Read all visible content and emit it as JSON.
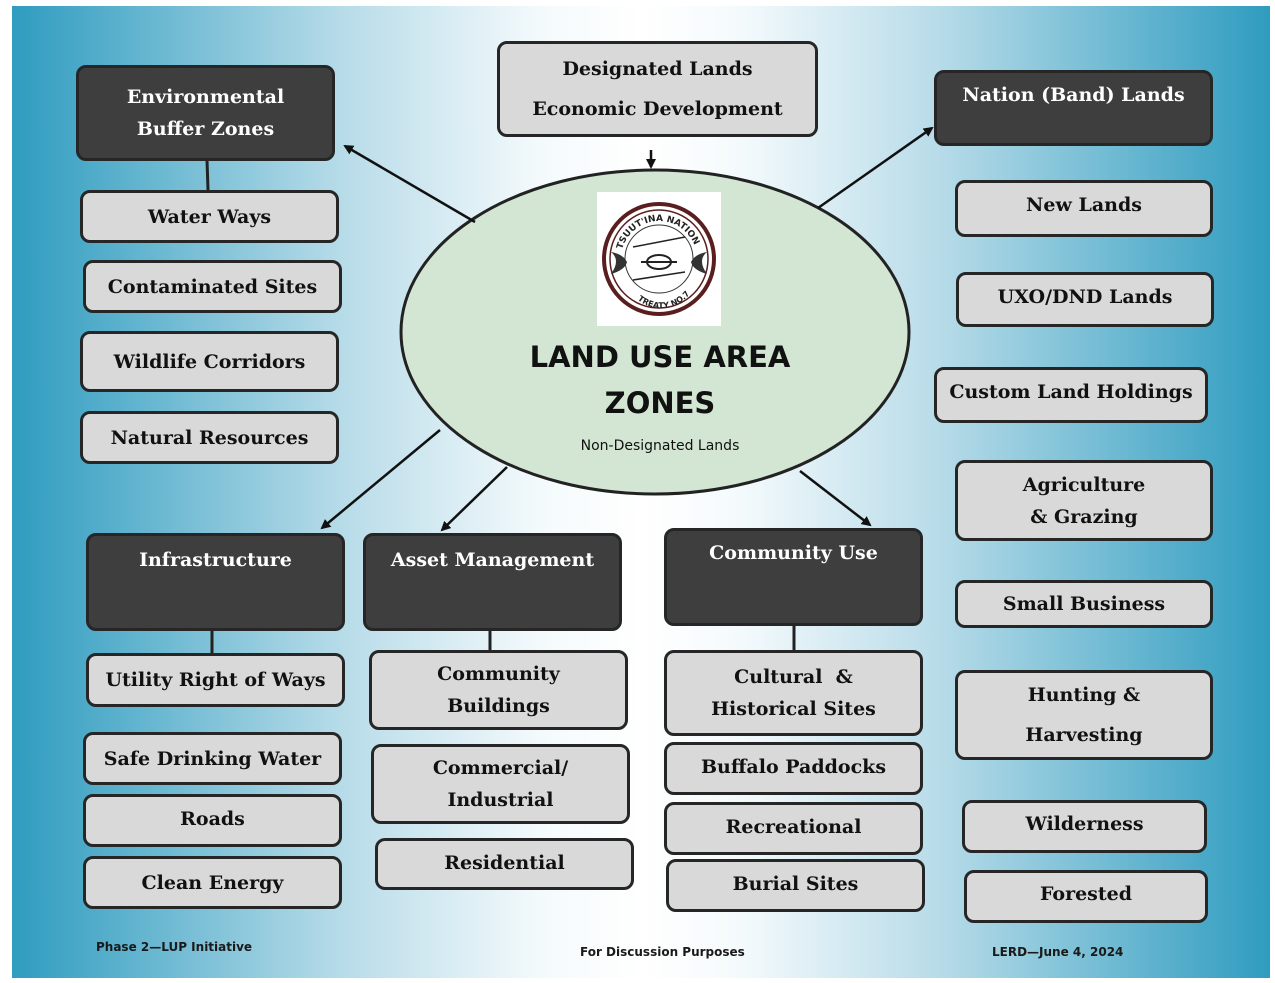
{
  "hub": {
    "title_line1": "LAND USE AREA",
    "title_line2": "ZONES",
    "subtitle": "Non-Designated Lands",
    "logo_text_top": "TSUUT'INA NATION",
    "logo_text_bottom": "TREATY NO.7"
  },
  "designated": {
    "line1": "Designated Lands",
    "line2": "Economic Development"
  },
  "environmental": {
    "title_line1": "Environmental",
    "title_line2": "Buffer Zones",
    "items": [
      "Water Ways",
      "Contaminated Sites",
      "Wildlife Corridors",
      "Natural Resources"
    ]
  },
  "nation": {
    "title": "Nation (Band) Lands",
    "items": {
      "new_lands": "New Lands",
      "uxo": "UXO/DND Lands",
      "custom": "Custom Land Holdings",
      "agri_line1": "Agriculture",
      "agri_line2": "& Grazing",
      "small_business": "Small Business",
      "hunting_line1": "Hunting &",
      "hunting_line2": "Harvesting",
      "wilderness": "Wilderness",
      "forested": "Forested"
    }
  },
  "infrastructure": {
    "title": "Infrastructure",
    "items": [
      "Utility Right of Ways",
      "Safe Drinking Water",
      "Roads",
      "Clean Energy"
    ]
  },
  "asset": {
    "title": "Asset Management",
    "community_line1": "Community",
    "community_line2": "Buildings",
    "commercial_line1": "Commercial/",
    "commercial_line2": "Industrial",
    "residential": "Residential"
  },
  "community": {
    "title": "Community Use",
    "cultural_line1": "Cultural  &",
    "cultural_line2": "Historical Sites",
    "buffalo": "Buffalo Paddocks",
    "recreational": "Recreational",
    "burial": "Burial Sites"
  },
  "footer": {
    "left": "Phase 2—LUP Initiative",
    "center": "For Discussion Purposes",
    "right": "LERD—June 4, 2024"
  },
  "colors": {
    "dark_box": "#3e3e3e",
    "light_box": "#d9d9d9",
    "hub_fill": "#d3e6d3",
    "background_edge": "#2f9cbf"
  }
}
